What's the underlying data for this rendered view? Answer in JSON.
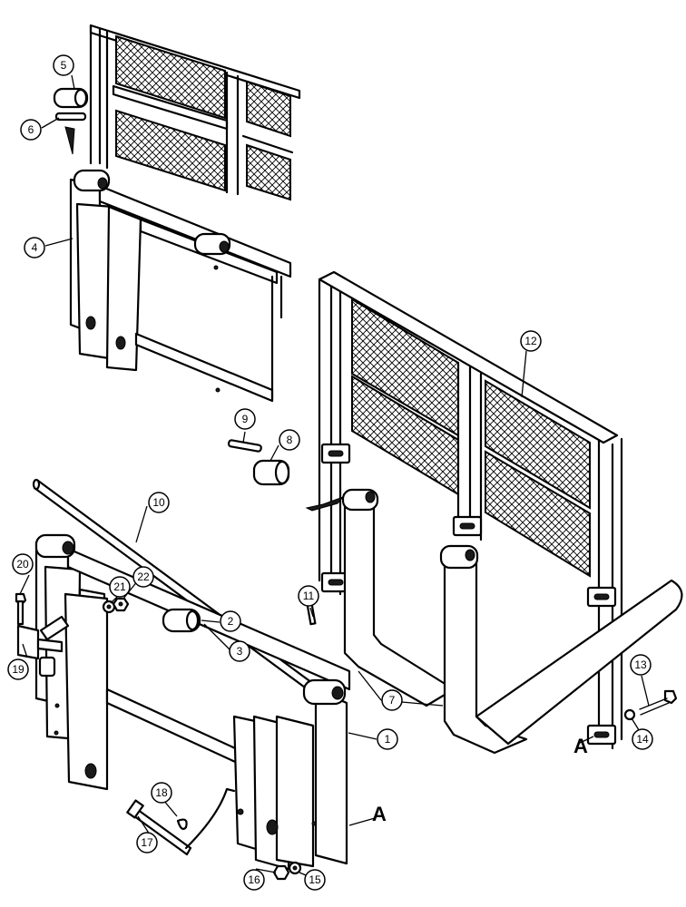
{
  "callouts": {
    "c1": "1",
    "c2": "2",
    "c3": "3",
    "c4": "4",
    "c5": "5",
    "c6": "6",
    "c7": "7",
    "c8": "8",
    "c9": "9",
    "c10": "10",
    "c11": "11",
    "c12": "12",
    "c13": "13",
    "c14": "14",
    "c15": "15",
    "c16": "16",
    "c17": "17",
    "c18": "18",
    "c19": "19",
    "c20": "20",
    "c21": "21",
    "c22": "22"
  },
  "view_markers": {
    "a_main": "A",
    "a_fork": "A"
  }
}
